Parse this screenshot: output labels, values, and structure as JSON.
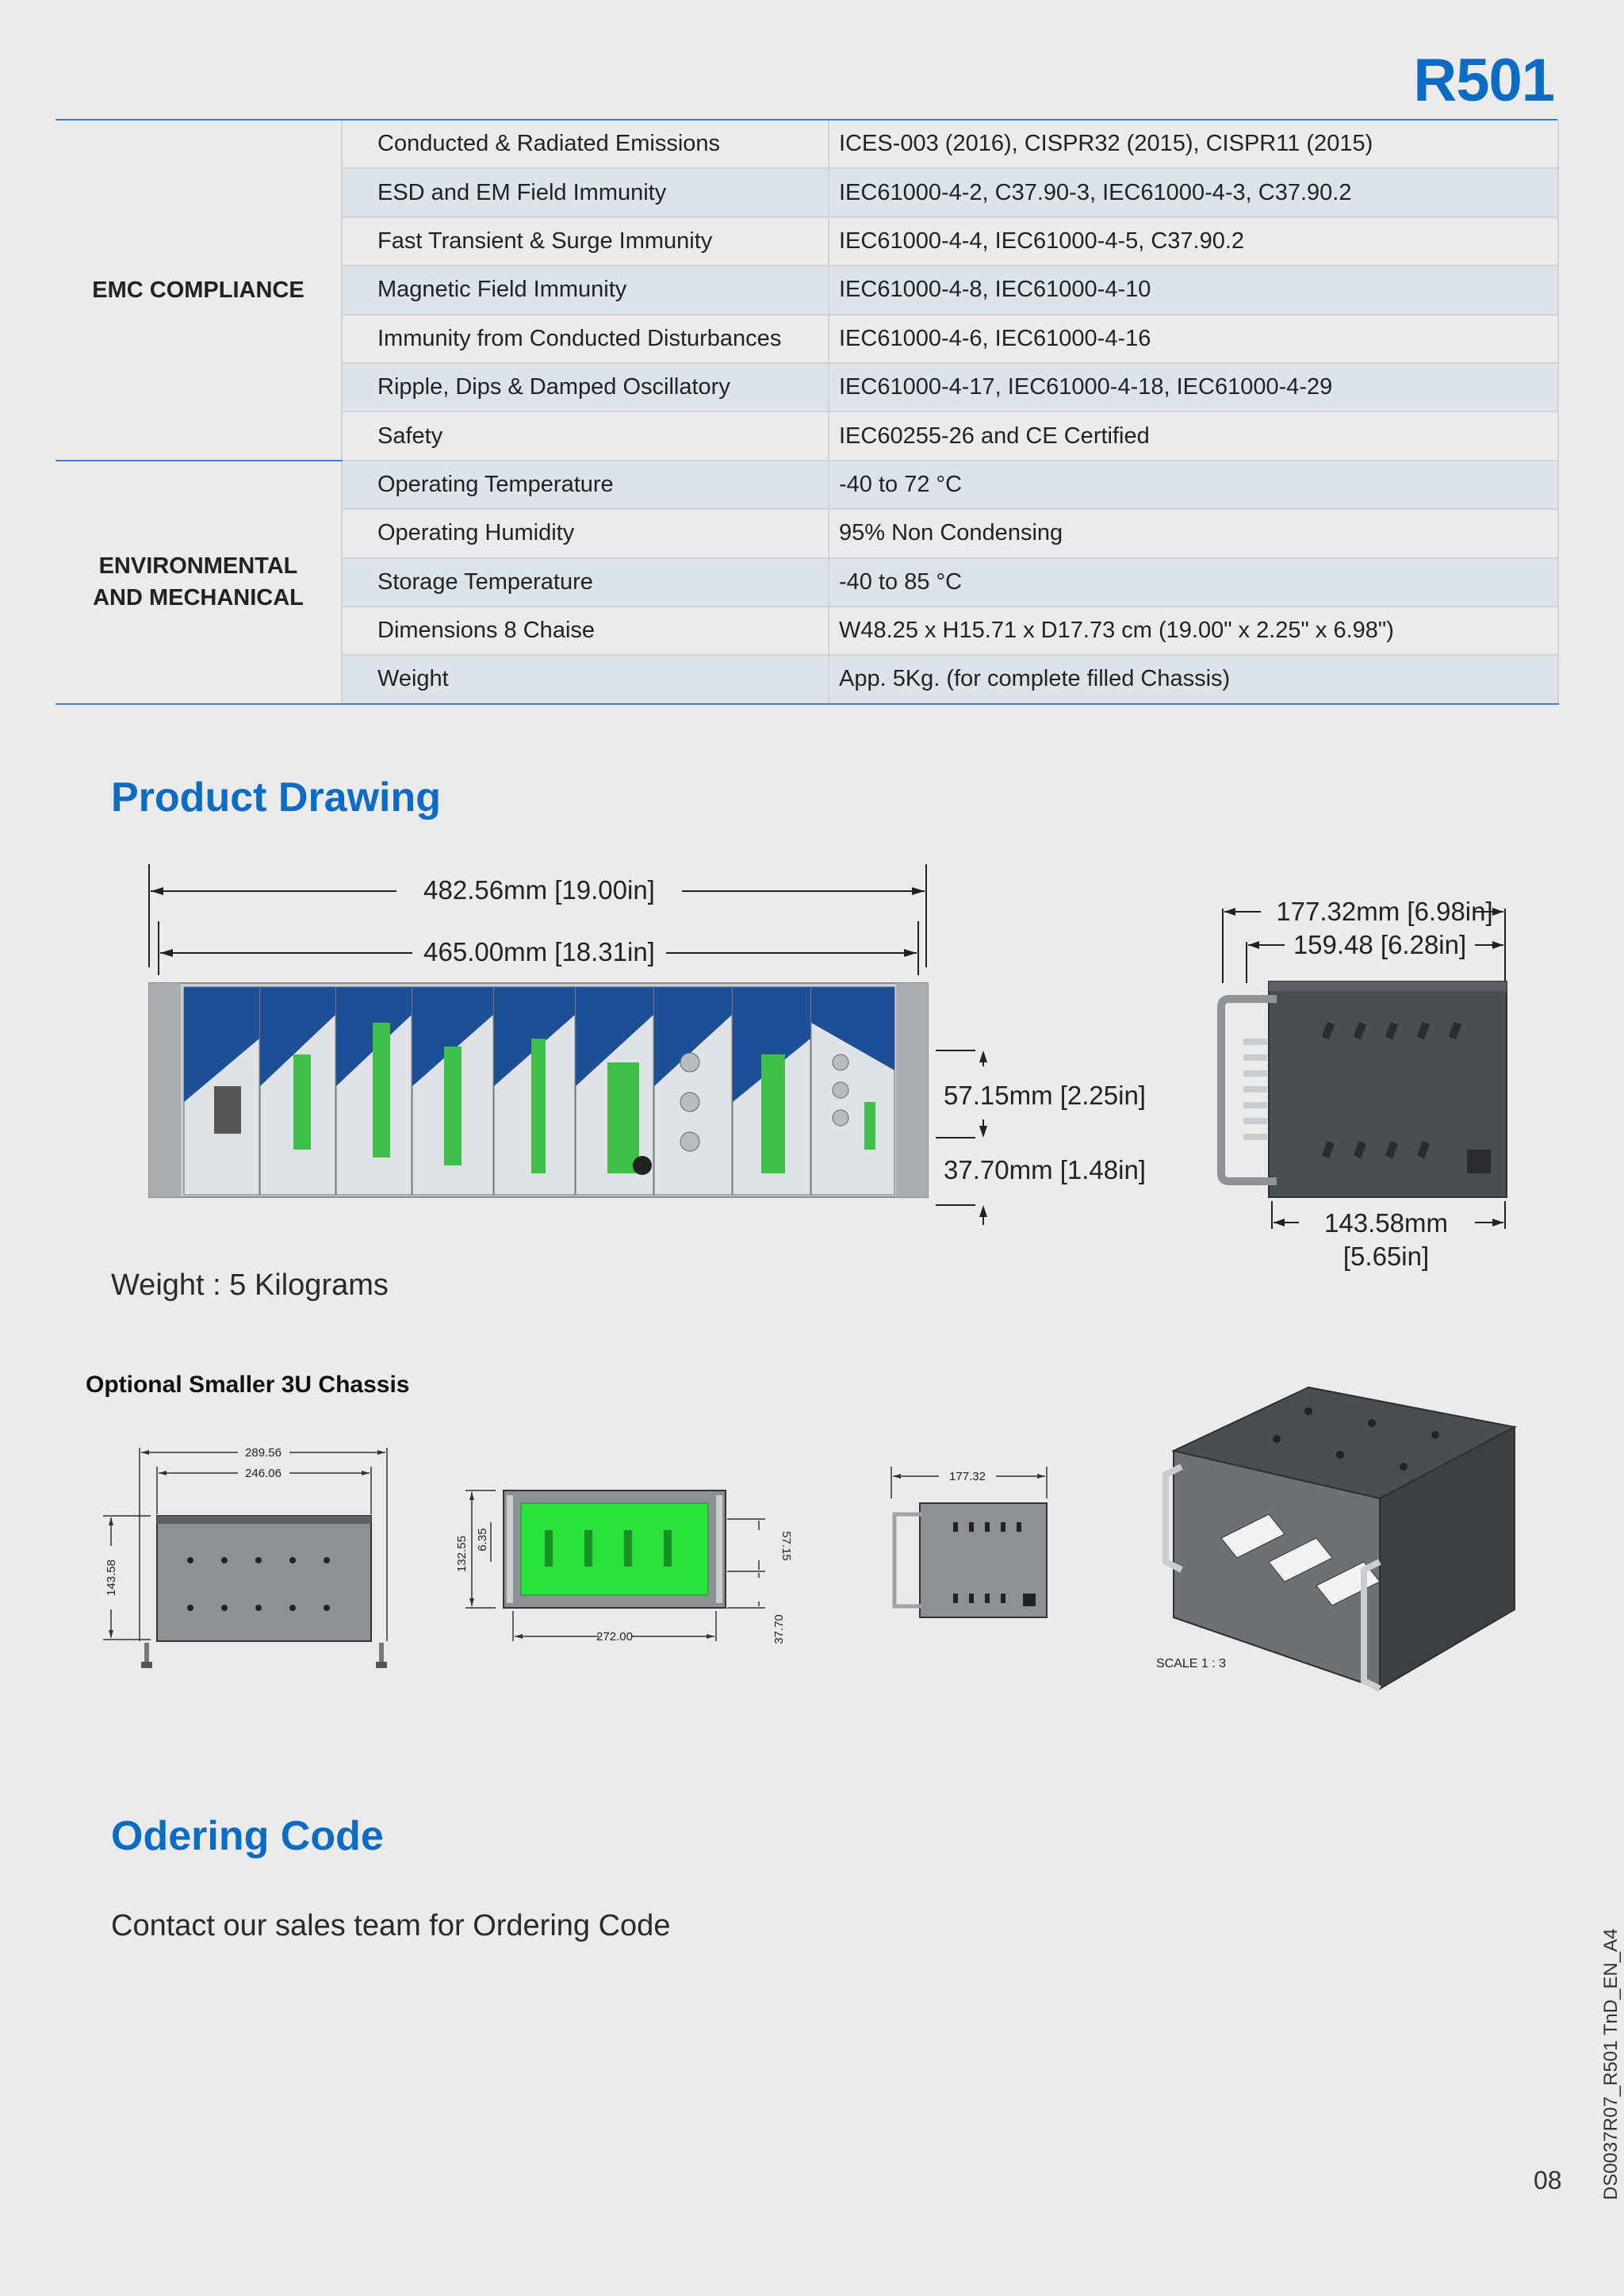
{
  "header": {
    "model": "R501"
  },
  "spec_table": {
    "groups": [
      {
        "name": "EMC COMPLIANCE",
        "rows": [
          {
            "param": "Conducted & Radiated Emissions",
            "value": "ICES-003 (2016), CISPR32 (2015), CISPR11 (2015)"
          },
          {
            "param": "ESD and EM Field Immunity",
            "value": "IEC61000-4-2, C37.90-3, IEC61000-4-3, C37.90.2"
          },
          {
            "param": "Fast Transient & Surge Immunity",
            "value": "IEC61000-4-4, IEC61000-4-5, C37.90.2"
          },
          {
            "param": "Magnetic Field Immunity",
            "value": "IEC61000-4-8, IEC61000-4-10"
          },
          {
            "param": "Immunity from Conducted Disturbances",
            "value": "IEC61000-4-6, IEC61000-4-16"
          },
          {
            "param": "Ripple, Dips & Damped Oscillatory",
            "value": "IEC61000-4-17, IEC61000-4-18, IEC61000-4-29"
          },
          {
            "param": "Safety",
            "value": "IEC60255-26 and CE Certified"
          }
        ]
      },
      {
        "name_line1": "ENVIRONMENTAL",
        "name_line2": "AND MECHANICAL",
        "rows": [
          {
            "param": "Operating Temperature",
            "value": "-40 to 72 °C"
          },
          {
            "param": "Operating Humidity",
            "value": "95% Non Condensing"
          },
          {
            "param": "Storage Temperature",
            "value": "-40 to 85 °C"
          },
          {
            "param": "Dimensions 8 Chaise",
            "value": "W48.25 x H15.71 x D17.73 cm (19.00\" x 2.25\" x 6.98\")"
          },
          {
            "param": "Weight",
            "value": "App. 5Kg. (for complete filled Chassis)"
          }
        ]
      }
    ]
  },
  "product_drawing": {
    "heading": "Product Drawing",
    "dim_width_outer": "482.56mm [19.00in]",
    "dim_width_inner": "465.00mm [18.31in]",
    "dim_height_1": "57.15mm [2.25in]",
    "dim_height_2": "37.70mm [1.48in]",
    "dim_depth_outer": "177.32mm [6.98in]",
    "dim_depth_inner": "159.48 [6.28in]",
    "dim_depth_bottom_1": "143.58mm",
    "dim_depth_bottom_2": "[5.65in]",
    "weight_text": "Weight : 5 Kilograms"
  },
  "smaller_chassis": {
    "heading": "Optional Smaller 3U Chassis",
    "top_outer": "289.56",
    "top_inner": "246.06",
    "top_height": "143.58",
    "front_h1": "132.55",
    "front_h2": "6.35",
    "front_h3": "57.15",
    "front_h4": "37.70",
    "front_width": "272.00",
    "side_depth": "177.32",
    "scale_note": "SCALE 1 : 3"
  },
  "ordering": {
    "heading": "Odering Code",
    "text": "Contact our sales team for Ordering Code"
  },
  "footer": {
    "page_number": "08",
    "doc_code": "DS0037R07_R501 TnD_EN_A4"
  }
}
